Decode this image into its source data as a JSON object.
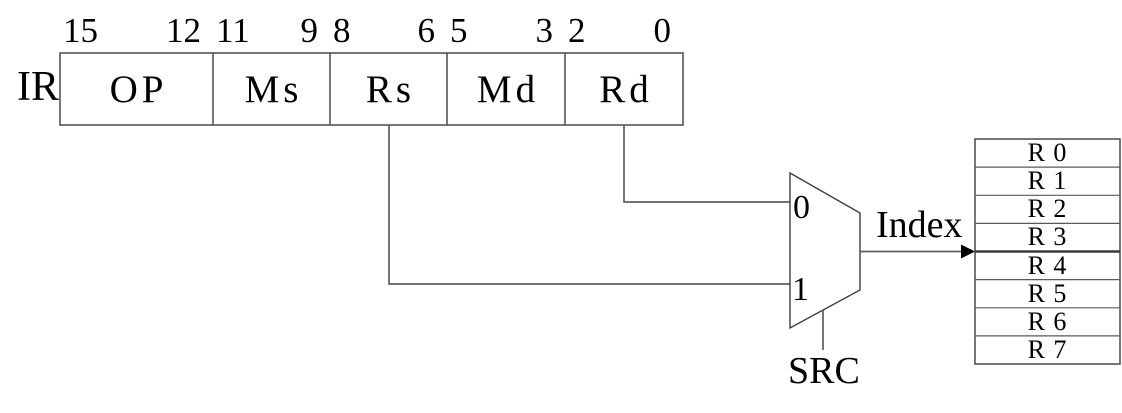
{
  "diagram": {
    "description": "Instruction register source/destination field multiplexer selecting an index into the register file"
  },
  "ir": {
    "label": "IR",
    "fields": [
      {
        "label": "OP",
        "high_bit": "15",
        "low_bit": "12"
      },
      {
        "label": "Ms",
        "high_bit": "11",
        "low_bit": "9"
      },
      {
        "label": "Rs",
        "high_bit": "8",
        "low_bit": "6"
      },
      {
        "label": "Md",
        "high_bit": "5",
        "low_bit": "3"
      },
      {
        "label": "Rd",
        "high_bit": "2",
        "low_bit": "0"
      }
    ]
  },
  "mux": {
    "input0_label": "0",
    "input1_label": "1",
    "select_label": "SRC",
    "output_label": "Index"
  },
  "register_file": {
    "rows": [
      {
        "label": "R 0"
      },
      {
        "label": "R 1"
      },
      {
        "label": "R 2"
      },
      {
        "label": "R 3"
      },
      {
        "label": "R 4"
      },
      {
        "label": "R 5"
      },
      {
        "label": "R 6"
      },
      {
        "label": "R 7"
      }
    ],
    "pointed_row_boundary": "between R 3 and R 4"
  },
  "colors": {
    "background": "#ffffff",
    "line": "#595959",
    "box_border": "#4a4a4a",
    "text": "#000000",
    "emphasized_divider": "#3a3a3a"
  }
}
